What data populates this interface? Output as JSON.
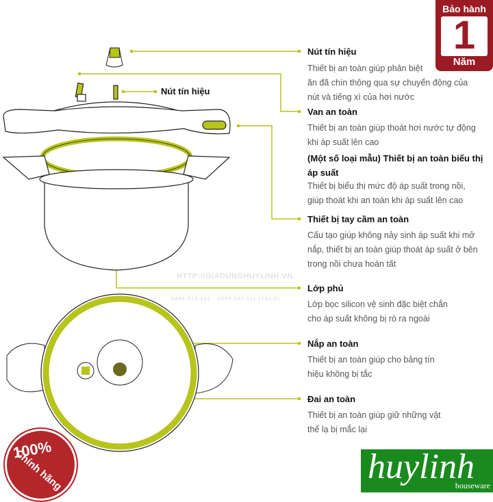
{
  "colors": {
    "accent": "#b7c41c",
    "text": "#555555",
    "warranty": "#9b1b25",
    "logo": "#1a8a1f"
  },
  "small_label": "Nút tín hiệu",
  "parts": [
    {
      "title": "Nút tín hiệu",
      "desc": "Thiết bị an toàn giúp phân biệt \năn đã chín thông qua sự chuyển động của\nnút và tiếng xì của hơi nước"
    },
    {
      "title": "Van an toàn",
      "desc": "Thiết bị an toàn giúp thoát hơi nước tự động\nkhi áp suất lên cao"
    },
    {
      "title": "(Một số loại mẫu) Thiết bị an toàn biểu thị\náp suất",
      "desc": "Thiết bị biểu thị mức độ áp suất trong nồi,\ngiúp thoát khi an toàn khi áp suất lên cao"
    },
    {
      "title": "Thiết bị tay cầm an toàn",
      "desc": "Cấu tạo giúp không nảy sinh áp suất khi mở\nnắp, thiết bị an toàn giúp thoát áp suất ở bên\ntrong nồi chưa hoàn tất"
    },
    {
      "title": "Lớp phủ",
      "desc": "Lớp bọc silicon vệ sinh đặc biệt chắn\ncho áp suất không bị rò ra ngoài"
    },
    {
      "title": "Nắp an toàn",
      "desc": "Thiết bị an toàn giúp cho bảng tín\nhiệu không bị tắc"
    },
    {
      "title": "Đai an toàn",
      "desc": "Thiết bị an toàn giúp giữ những vật\nthể lạ bị mắc lại"
    }
  ],
  "watermark": {
    "url": "HTTP://GIADUNGHUYLINH.VN",
    "phone": "0899.010.222 - 0899.357.111 (ZALO)"
  },
  "warranty": {
    "top": "Bảo hành",
    "number": "1",
    "bottom": "Năm"
  },
  "seal": {
    "percent": "100%",
    "text": "Chính hãng"
  },
  "logo": {
    "brand": "huylinh",
    "sub": "houseware"
  }
}
